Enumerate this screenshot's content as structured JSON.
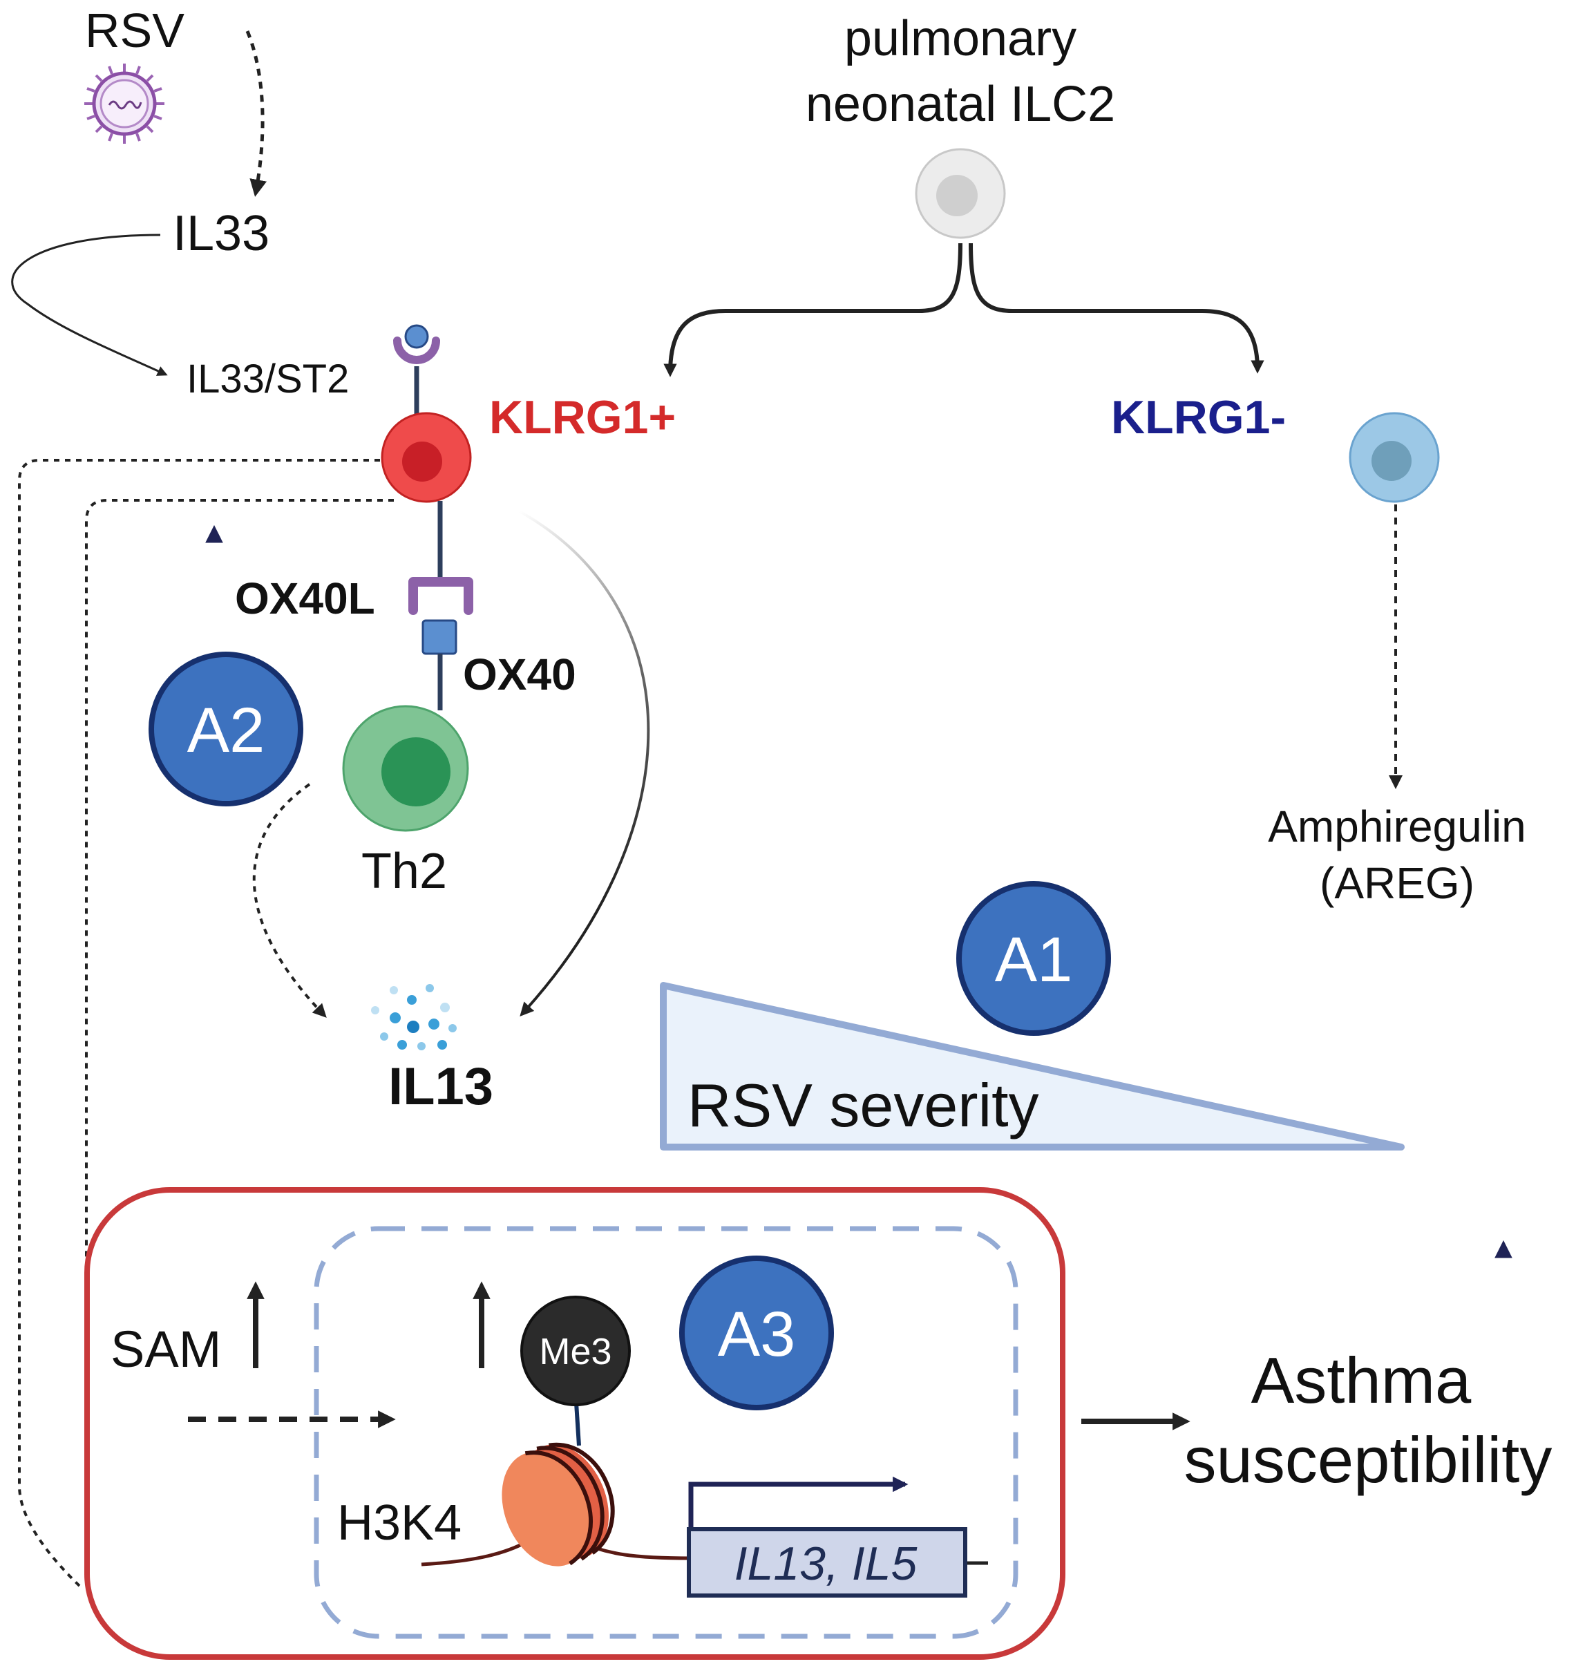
{
  "labels": {
    "rsv": "RSV",
    "il33": "IL33",
    "il33_st2": "IL33/ST2",
    "ilc2_line1": "pulmonary",
    "ilc2_line2": "neonatal  ILC2",
    "klrg1_pos": "KLRG1+",
    "klrg1_neg": "KLRG1-",
    "ox40l": "OX40L",
    "ox40": "OX40",
    "th2": "Th2",
    "il13": "IL13",
    "areg_line1": "Amphiregulin",
    "areg_line2": "(AREG)",
    "rsv_severity": "RSV severity",
    "sam": "SAM",
    "me3": "Me3",
    "h3k4": "H3K4",
    "genes": "IL13, IL5",
    "asthma_line1": "Asthma",
    "asthma_line2": "susceptibility"
  },
  "badges": {
    "a1": "A1",
    "a2": "A2",
    "a3": "A3"
  },
  "colors": {
    "klrg1_pos": "#d42a2a",
    "klrg1_neg": "#1a1f8c",
    "badge_fill": "#3d72bf",
    "badge_stroke": "#16306e",
    "red_box": "#c8393a",
    "dashed_box": "#93aad4",
    "th2_outer": "#7fc494",
    "th2_inner": "#2a9356",
    "severity_fill": "#eaf2fb",
    "severity_stroke": "#93aad4"
  }
}
